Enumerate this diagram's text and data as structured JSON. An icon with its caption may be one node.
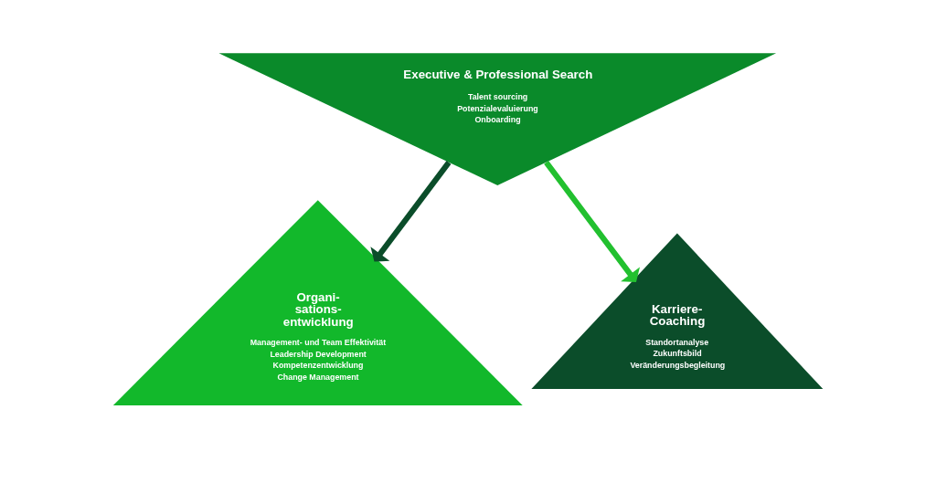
{
  "diagram": {
    "nodes": [
      {
        "text": [
          "Executive & Professional Search",
          "Talent sourcing",
          "Potenzialevaluierung",
          "Onboarding"
        ]
      },
      {
        "text": [
          "Organi- sations- entwicklung",
          "Management- und Team Effektivität",
          "Leadership Development",
          "Kompetenzentwicklung",
          "Change Management"
        ]
      },
      {
        "text": [
          "Karriere- Coaching",
          "Standortanalyse",
          "Zukunftsbild",
          "Veränderungsbegleitung"
        ]
      }
    ],
    "edges": [
      {
        "from": 0,
        "to": 1,
        "arrow": "to",
        "color": "#0b4d2a"
      },
      {
        "from": 0,
        "to": 2,
        "arrow": "to",
        "color": "#22c02f"
      }
    ]
  }
}
